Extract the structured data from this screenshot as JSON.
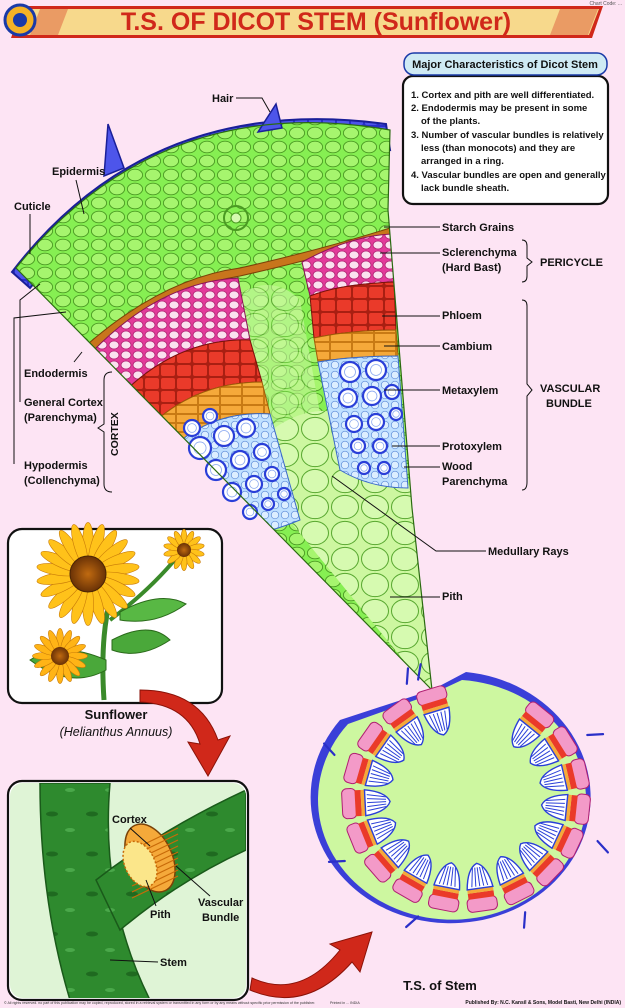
{
  "header": {
    "code": "Chart Code: ...",
    "title": "T.S. OF DICOT STEM (Sunflower)"
  },
  "characteristics": {
    "heading": "Major Characteristics of Dicot Stem",
    "points": [
      "1. Cortex and pith are well differentiated.",
      "2. Endodermis may be present in some",
      "of the plants.",
      "3. Number of vascular bundles is relatively",
      "less (than monocots) and they are",
      "arranged in a ring.",
      "4. Vascular bundles are open and generally",
      "lack bundle sheath."
    ]
  },
  "labels": {
    "hair": "Hair",
    "epidermis": "Epidermis",
    "cuticle": "Cuticle",
    "endodermis": "Endodermis",
    "general_cortex_1": "General Cortex",
    "general_cortex_2": "(Parenchyma)",
    "hypodermis_1": "Hypodermis",
    "hypodermis_2": "(Collenchyma)",
    "cortex": "CORTEX",
    "starch_grains": "Starch Grains",
    "sclerenchyma_1": "Sclerenchyma",
    "sclerenchyma_2": "(Hard Bast)",
    "pericycle": "PERICYCLE",
    "phloem": "Phloem",
    "cambium": "Cambium",
    "metaxylem": "Metaxylem",
    "vascular_1": "VASCULAR",
    "vascular_2": "BUNDLE",
    "protoxylem": "Protoxylem",
    "wood_1": "Wood",
    "wood_2": "Parenchyma",
    "medullary_rays": "Medullary Rays",
    "pith": "Pith"
  },
  "sunflower": {
    "name": "Sunflower",
    "scientific": "(Helianthus Annuus)"
  },
  "stem_detail": {
    "cortex": "Cortex",
    "pith": "Pith",
    "vascular_1": "Vascular",
    "vascular_2": "Bundle",
    "stem": "Stem"
  },
  "ts_stem": {
    "label": "T.S. of Stem"
  },
  "footer": {
    "rights": "© All rights reserved. no part of this publication may be copied, reproduced, stored in a retrieval system or transmitted in any form or by any means without specific prior permission of the publisher.",
    "printed": "Printed in ... INDIA",
    "publisher": "Published By: N.C. Kansil & Sons, Model Basti, New Delhi (INDIA)"
  },
  "colors": {
    "background": "#fde4f4",
    "title_bar": "#f7d98c",
    "title_text": "#d0281a",
    "epidermis": "#3a3fd8",
    "cortex": "#86ef52",
    "sclerenchyma": "#e23a9a",
    "phloem": "#ea3a2a",
    "cambium": "#f5a93a",
    "xylem": "#2a3fd8",
    "pith": "#cdf7a0"
  }
}
